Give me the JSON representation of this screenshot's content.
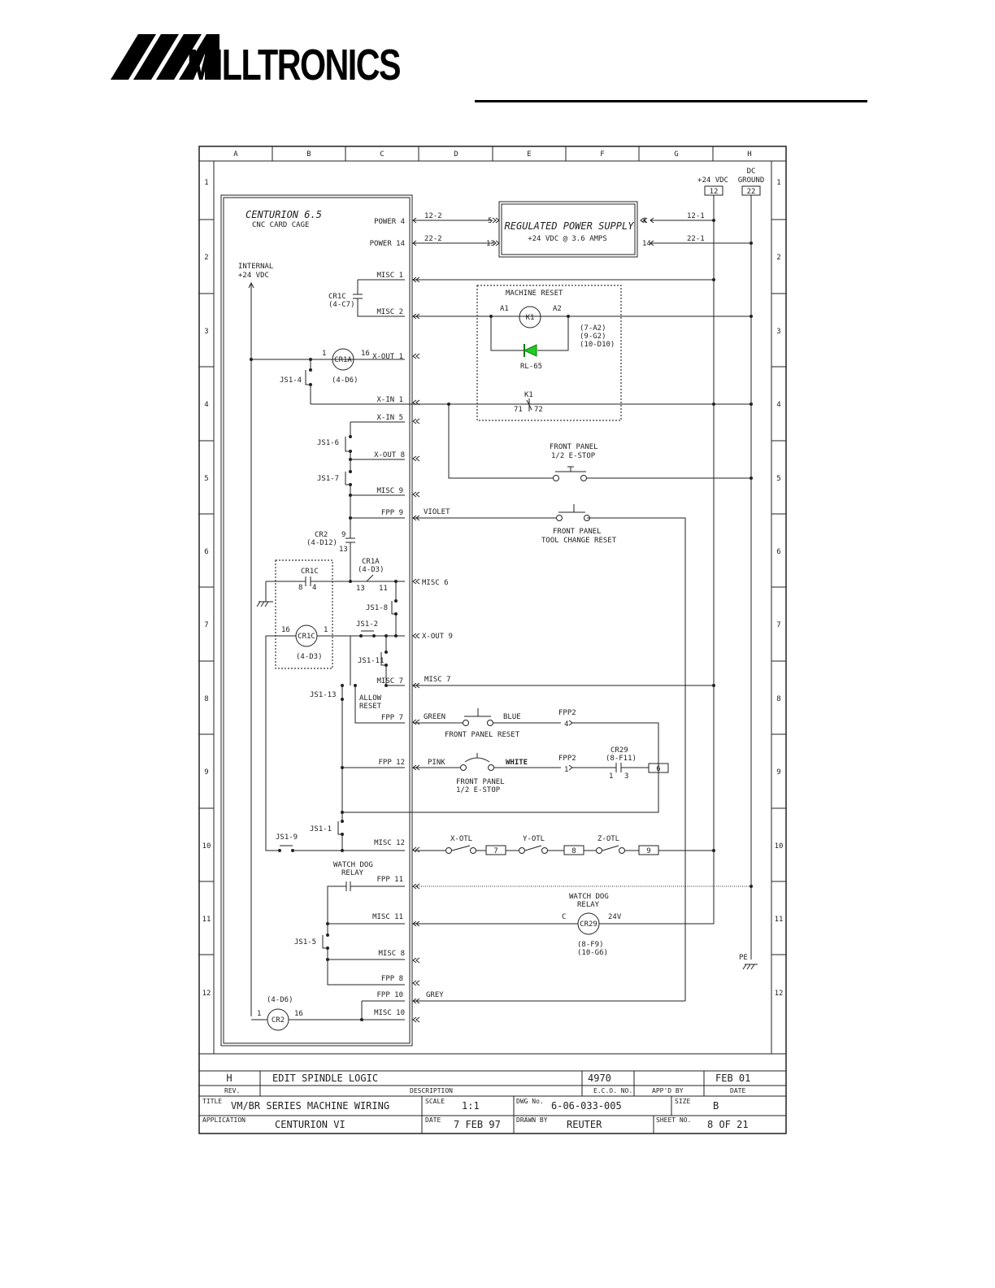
{
  "header": {
    "logo_text": "MILLTRONICS"
  },
  "grid": {
    "columns": [
      "A",
      "B",
      "C",
      "D",
      "E",
      "F",
      "G",
      "H"
    ],
    "rows": [
      "1",
      "2",
      "3",
      "4",
      "5",
      "6",
      "7",
      "8",
      "9",
      "10",
      "11",
      "12"
    ]
  },
  "rails": {
    "v24_label": "+24 VDC",
    "v24_num": "12",
    "dcground_label": [
      "DC",
      "GROUND"
    ],
    "dcground_num": "22",
    "internal_label": [
      "INTERNAL",
      "+24 VDC"
    ],
    "pe_label": "PE"
  },
  "card_cage": {
    "title": "CENTURION 6.5",
    "subtitle": "CNC CARD CAGE",
    "terminals": [
      "POWER 4",
      "POWER 14",
      "MISC 1",
      "MISC 2",
      "X-OUT 1",
      "X-IN 1",
      "X-IN 5",
      "X-OUT 8",
      "MISC 9",
      "FPP 9",
      "MISC 6",
      "X-OUT 9",
      "MISC 7",
      "FPP 7",
      "FPP 12",
      "MISC 12",
      "FPP 11",
      "MISC 11",
      "MISC 8",
      "FPP 8",
      "FPP 10",
      "MISC 10"
    ]
  },
  "power_supply": {
    "title": "REGULATED POWER SUPPLY",
    "spec": "+24 VDC @ 3.6 AMPS",
    "wires": [
      "12-2",
      "22-2",
      "12-1",
      "22-1"
    ],
    "pins": [
      "5",
      "13",
      "4",
      "14"
    ]
  },
  "machine_reset": {
    "label": "MACHINE RESET",
    "coil": "K1",
    "a1": "A1",
    "a2": "A2",
    "refs": [
      "(7-A2)",
      "(9-G2)",
      "(10-D10)"
    ],
    "led": "RL-65",
    "contact": "K1",
    "contact_pins": [
      "71",
      "72"
    ]
  },
  "components": {
    "cr1c_cap": [
      "CR1C",
      "(4-C7)"
    ],
    "cr1a_coil": "CR1A",
    "cr1a_pins": [
      "1",
      "16"
    ],
    "cr1a_ref": "(4-D6)",
    "js1_4": "JS1-4",
    "js1_6": "JS1-6",
    "js1_7": "JS1-7",
    "front_estop": [
      "FRONT PANEL",
      "1/2 E-STOP"
    ],
    "violet": "VIOLET",
    "tool_change": [
      "FRONT PANEL",
      "TOOL CHANGE RESET"
    ],
    "cr2_cap": [
      "CR2",
      "(4-D12)"
    ],
    "cr2_pins": [
      "9",
      "13"
    ],
    "cr1c_contact": "CR1C",
    "cr1c_contact_pins": [
      "8",
      "4"
    ],
    "cr1a_contact": [
      "CR1A",
      "(4-D3)"
    ],
    "cr1a_contact_pins": [
      "13",
      "11"
    ],
    "js1_8": "JS1-8",
    "js1_2": "JS1-2",
    "cr1c_coil": "CR1C",
    "cr1c_coil_pins": [
      "16",
      "1"
    ],
    "cr1c_coil_ref": "(4-D3)",
    "js1_11": "JS1-11",
    "js1_13": "JS1-13",
    "allow_reset": [
      "ALLOW",
      "RESET"
    ],
    "green": "GREEN",
    "blue": "BLUE",
    "fpp2_a": "FPP2",
    "fpp2_a_pin": "4",
    "front_reset": "FRONT PANEL RESET",
    "pink": "PINK",
    "white": "WHITE",
    "fpp2_b": "FPP2",
    "fpp2_b_pin": "1",
    "cr29_contact": [
      "CR29",
      "(8-F11)"
    ],
    "cr29_pins": [
      "1",
      "3"
    ],
    "box6": "6",
    "front_estop2": [
      "FRONT PANEL",
      "1/2 E-STOP"
    ],
    "js1_1": "JS1-1",
    "js1_9": "JS1-9",
    "x_otl": "X-OTL",
    "y_otl": "Y-OTL",
    "z_otl": "Z-OTL",
    "box7": "7",
    "box8": "8",
    "box9": "9",
    "watchdog": [
      "WATCH DOG",
      "RELAY"
    ],
    "watchdog2": [
      "WATCH DOG",
      "RELAY"
    ],
    "cr29_coil": "CR29",
    "cr29_c": "C",
    "cr29_24v": "24V",
    "cr29_refs": [
      "(8-F9)",
      "(10-G6)"
    ],
    "js1_5": "JS1-5",
    "grey": "GREY",
    "cr2_coil": "CR2",
    "cr2_coil_ref": "(4-D6)",
    "cr2_coil_pins": [
      "1",
      "16"
    ]
  },
  "title_block": {
    "rev": "H",
    "rev_desc": "EDIT SPINDLE LOGIC",
    "eco": "4970",
    "rev_date": "FEB 01",
    "h_rev": "REV.",
    "h_desc": "DESCRIPTION",
    "h_eco": "E.C.O. NO.",
    "h_appd": "APP'D BY",
    "h_date": "DATE",
    "l_title": "TITLE",
    "title": "VM/BR SERIES MACHINE WIRING",
    "l_scale": "SCALE",
    "scale": "1:1",
    "l_dwg": "DWG No.",
    "dwg": "6-06-033-005",
    "l_size": "SIZE",
    "size": "B",
    "l_app": "APPLICATION",
    "application": "CENTURION VI",
    "l_date": "DATE",
    "date": "7 FEB 97",
    "l_drawn": "DRAWN BY",
    "drawn_by": "REUTER",
    "l_sheet": "SHEET NO.",
    "sheet": "8 OF 21"
  }
}
